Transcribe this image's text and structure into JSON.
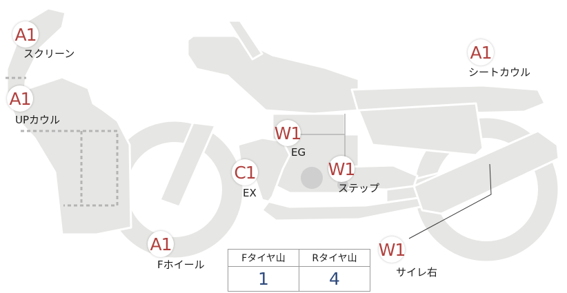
{
  "markers": [
    {
      "code": "A1",
      "label": "スクリーン"
    },
    {
      "code": "A1",
      "label": "UPカウル"
    },
    {
      "code": "W1",
      "label": "EG"
    },
    {
      "code": "C1",
      "label": "EX"
    },
    {
      "code": "W1",
      "label": "ステップ"
    },
    {
      "code": "A1",
      "label": "シートカウル"
    },
    {
      "code": "A1",
      "label": "Fホイール"
    },
    {
      "code": "W1",
      "label": "サイレ右"
    }
  ],
  "tire_table": {
    "headers": [
      "Fタイヤ山",
      "Rタイヤ山"
    ],
    "values": [
      "1",
      "4"
    ]
  },
  "colors": {
    "body_fill": "#e6e6e4",
    "outline": "#ffffff",
    "badge_text": "#b0413e",
    "value_text": "#2e4a7d"
  }
}
